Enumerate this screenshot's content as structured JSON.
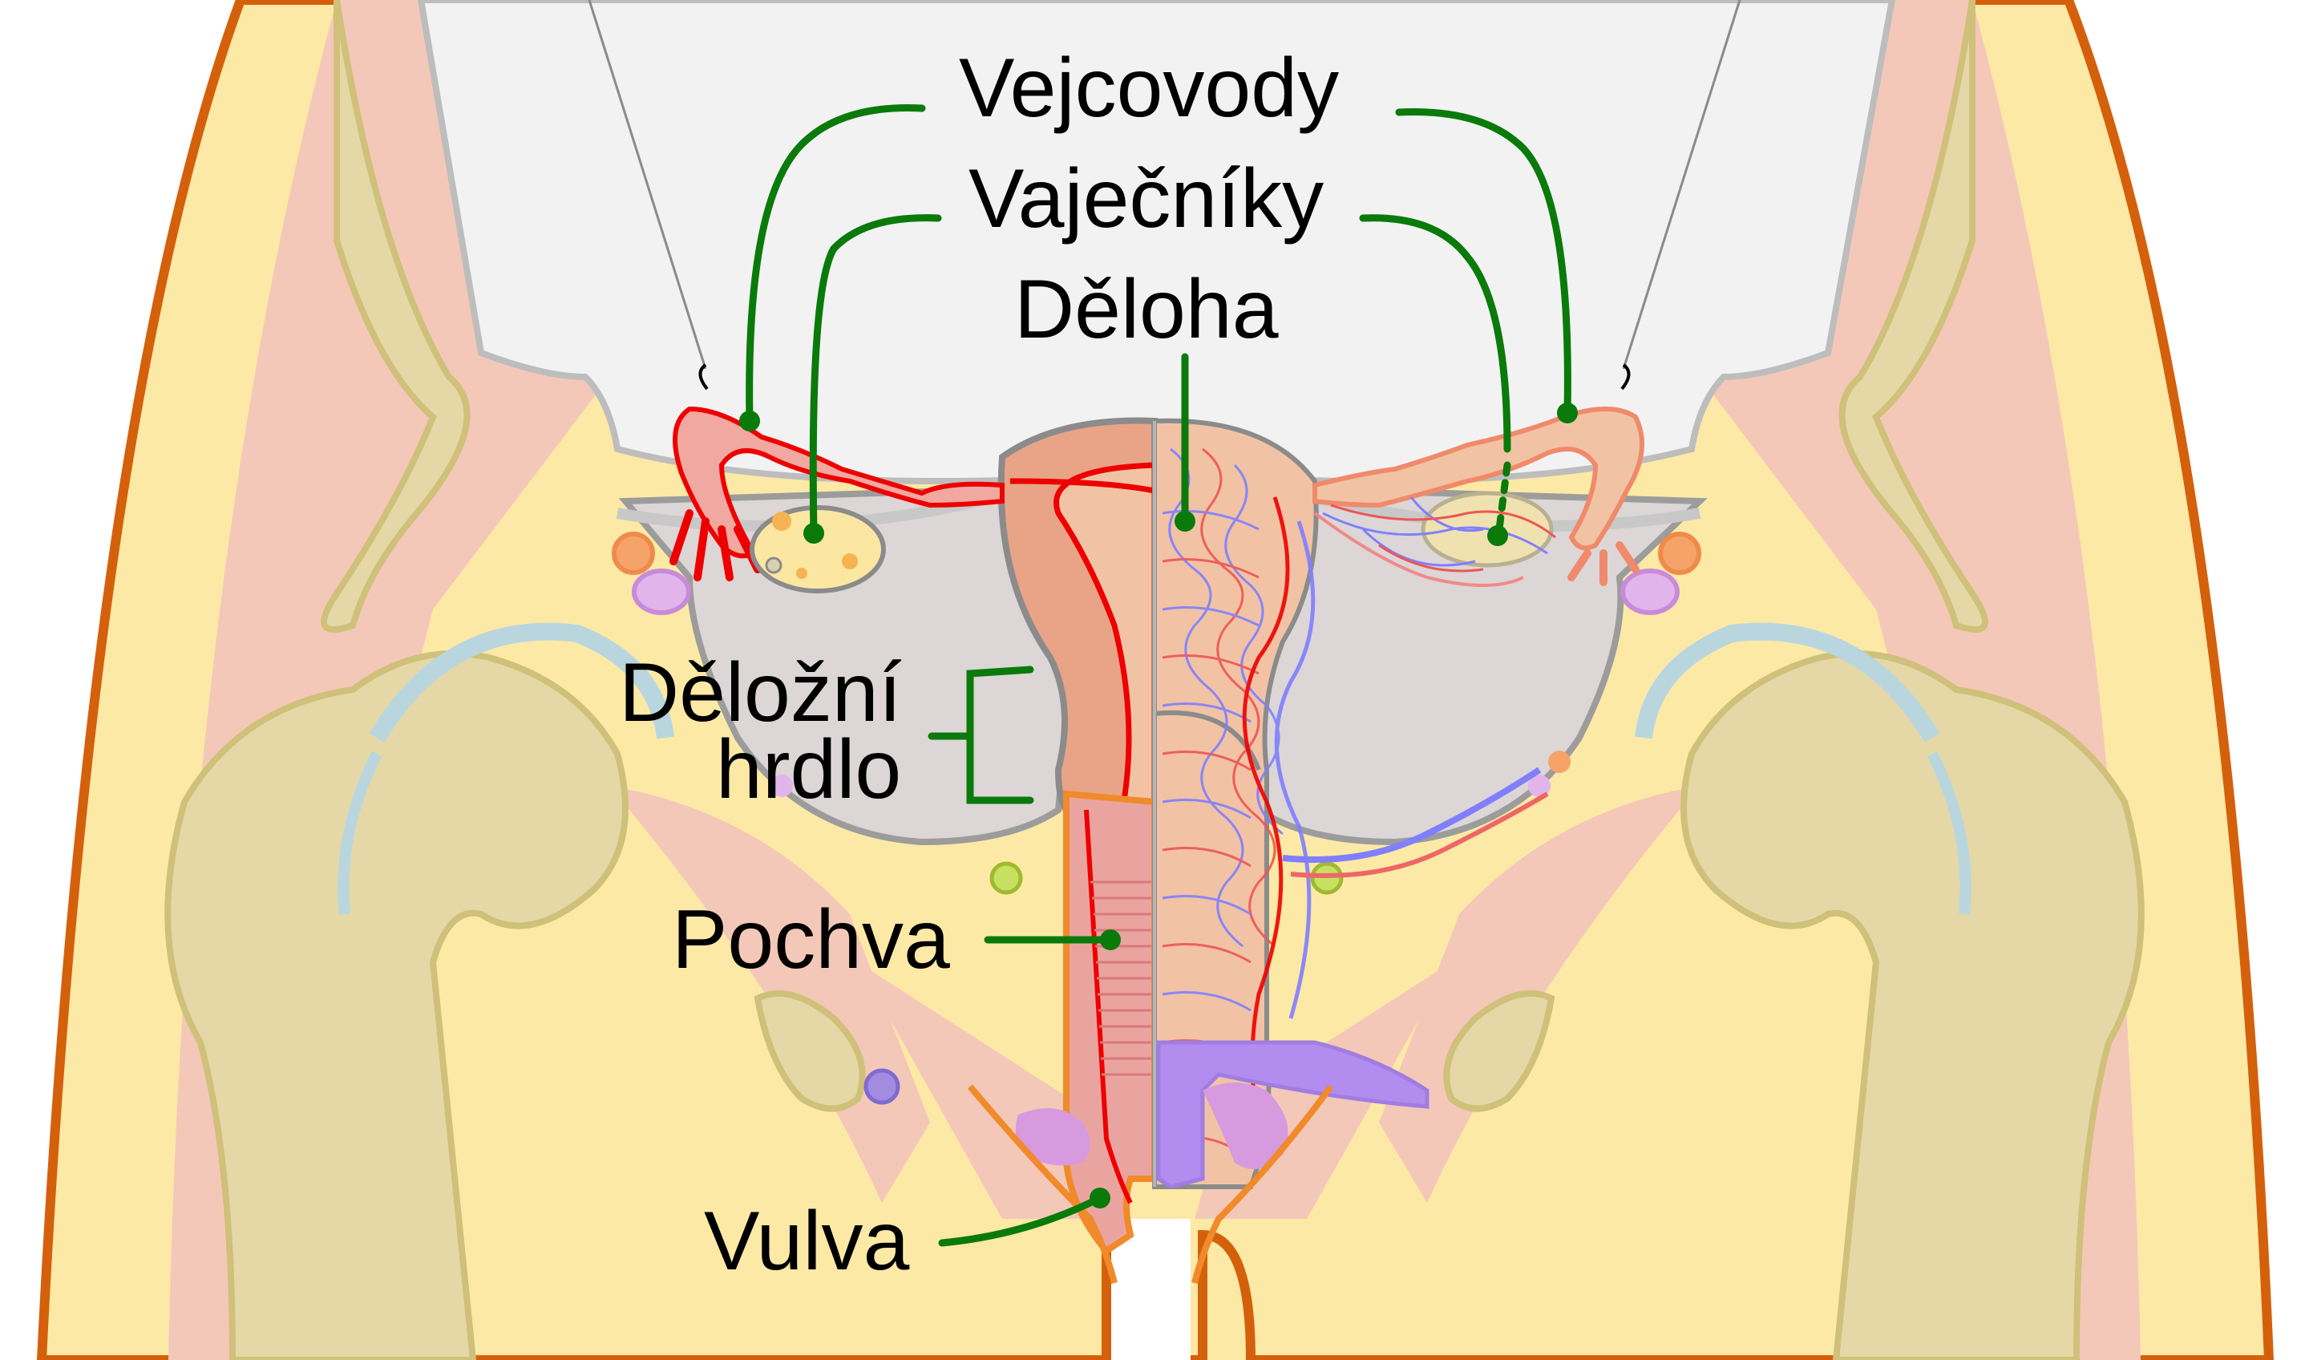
{
  "labels": {
    "fallopian_tubes": "Vejcovody",
    "ovaries": "Vaječníky",
    "uterus": "Děloha",
    "cervix_line1": "Děložní",
    "cervix_line2": "hrdlo",
    "vagina": "Pochva",
    "vulva": "Vulva"
  },
  "colors": {
    "skin": "#fde9a6",
    "skin_outline": "#d5600c",
    "muscle": "#f4c8b8",
    "bone": "#e5d8a6",
    "bone_outline": "#cfc07a",
    "cartilage": "#b9d6df",
    "cavity": "#f2f2f2",
    "peritoneum": "#dcd6d6",
    "uterus": "#e9a488",
    "uterus_light": "#f1c3a4",
    "artery": "#ee0000",
    "vein": "#7f7fff",
    "ovary": "#fbe7a1",
    "bladder": "#c89ae0",
    "leader": "#0a7a0a"
  }
}
